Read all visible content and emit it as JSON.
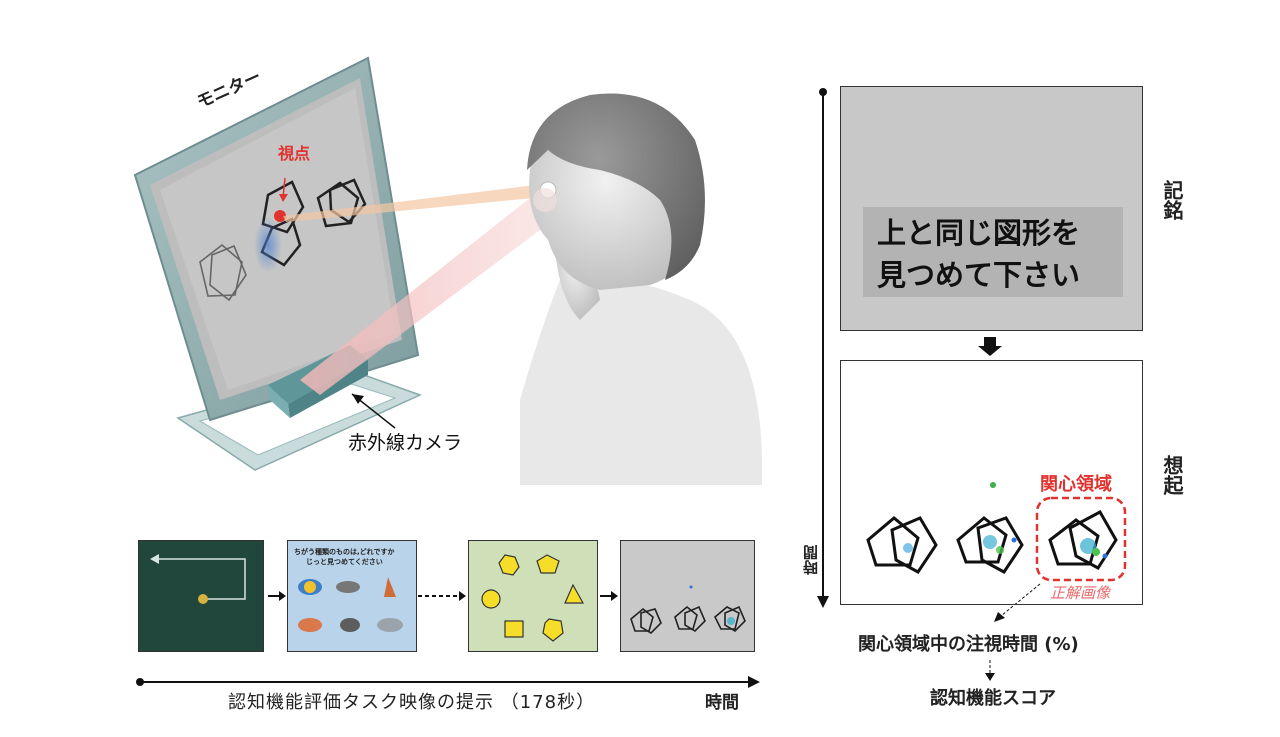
{
  "labels": {
    "monitor": "モニター",
    "gaze_point": "視点",
    "ir_camera": "赤外線カメラ",
    "timeline": "認知機能評価タスク映像の提示 （178秒）",
    "time_bottom": "時間",
    "time_vertical": "時間"
  },
  "right_panel": {
    "instruction_line1": "上と同じ図形を",
    "instruction_line2": "見つめて下さい",
    "phase_memory": "記銘",
    "phase_recall": "想起",
    "roi_label": "関心領域",
    "correct_label": "正解画像",
    "metric": "関心領域中の注視時間 (%)",
    "score": "認知機能スコア"
  },
  "thumbnail": {
    "question_line1": "ちがう種類のものは,どれですか",
    "question_line2": "じっと見つめてください"
  },
  "colors": {
    "accent_red": "#e0322e",
    "dash_blue": "#3a6fd8",
    "dark_green": "#21463c",
    "pale_green": "#cfe0b8",
    "light_blue": "#b9d3ea",
    "shape_yellow": "#f5dd2a"
  }
}
